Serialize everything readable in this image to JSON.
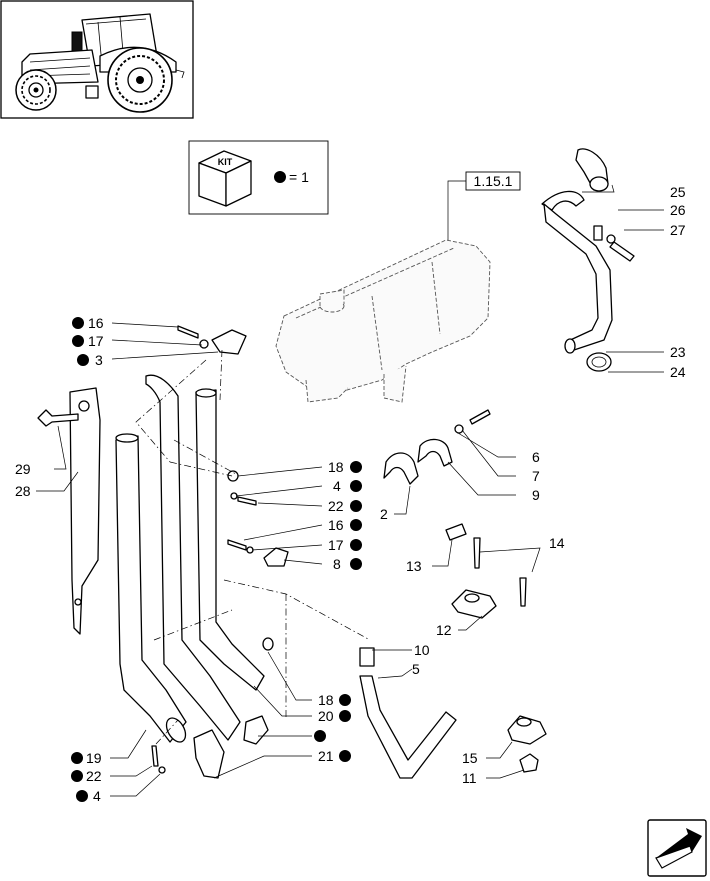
{
  "kit_legend": {
    "kit_label": "KIT",
    "equation": "= 1"
  },
  "reference_label": "1.15.1",
  "callouts": [
    {
      "id": "c25",
      "text": "25",
      "kit": false
    },
    {
      "id": "c26",
      "text": "26",
      "kit": false
    },
    {
      "id": "c27",
      "text": "27",
      "kit": false
    },
    {
      "id": "c23",
      "text": "23",
      "kit": false
    },
    {
      "id": "c24",
      "text": "24",
      "kit": false
    },
    {
      "id": "c16a",
      "text": "16",
      "kit": true
    },
    {
      "id": "c17a",
      "text": "17",
      "kit": true
    },
    {
      "id": "c3",
      "text": "3",
      "kit": true
    },
    {
      "id": "c29",
      "text": "29",
      "kit": false
    },
    {
      "id": "c28",
      "text": "28",
      "kit": false
    },
    {
      "id": "c18a",
      "text": "18",
      "kit": true
    },
    {
      "id": "c4a",
      "text": "4",
      "kit": true
    },
    {
      "id": "c22a",
      "text": "22",
      "kit": true
    },
    {
      "id": "c16b",
      "text": "16",
      "kit": true
    },
    {
      "id": "c17b",
      "text": "17",
      "kit": true
    },
    {
      "id": "c8",
      "text": "8",
      "kit": true
    },
    {
      "id": "c6",
      "text": "6",
      "kit": false
    },
    {
      "id": "c7",
      "text": "7",
      "kit": false
    },
    {
      "id": "c9",
      "text": "9",
      "kit": false
    },
    {
      "id": "c2",
      "text": "2",
      "kit": false
    },
    {
      "id": "c13",
      "text": "13",
      "kit": false
    },
    {
      "id": "c14",
      "text": "14",
      "kit": false
    },
    {
      "id": "c12",
      "text": "12",
      "kit": false
    },
    {
      "id": "c10",
      "text": "10",
      "kit": false
    },
    {
      "id": "c5",
      "text": "5",
      "kit": false
    },
    {
      "id": "c18b",
      "text": "18",
      "kit": true
    },
    {
      "id": "c20",
      "text": "20",
      "kit": true
    },
    {
      "id": "c1",
      "text": "",
      "kit": true
    },
    {
      "id": "c21",
      "text": "21",
      "kit": true
    },
    {
      "id": "c19",
      "text": "19",
      "kit": true
    },
    {
      "id": "c22b",
      "text": "22",
      "kit": true
    },
    {
      "id": "c4b",
      "text": "4",
      "kit": true
    },
    {
      "id": "c15",
      "text": "15",
      "kit": false
    },
    {
      "id": "c11",
      "text": "11",
      "kit": false
    }
  ],
  "icons": [
    "tractor-icon",
    "kit-box-icon",
    "kit-dot-icon",
    "next-page-arrow-icon"
  ],
  "colors": {
    "line": "#000000",
    "background": "#ffffff",
    "ghost": "#555555"
  }
}
